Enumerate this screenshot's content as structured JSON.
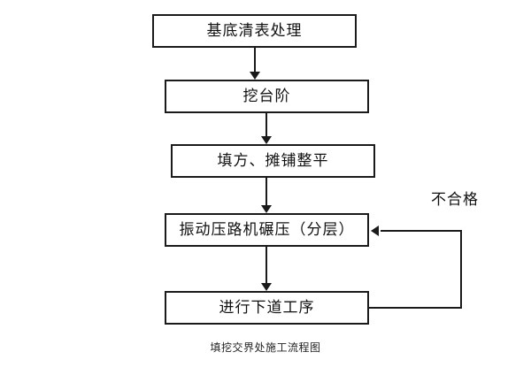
{
  "diagram": {
    "caption": "填挖交界处施工流程图",
    "reject_label": "不合格",
    "nodes": [
      {
        "id": "node-0",
        "label": "基底清表处理"
      },
      {
        "id": "node-1",
        "label": "挖台阶"
      },
      {
        "id": "node-2",
        "label": "填方、摊铺整平"
      },
      {
        "id": "node-3",
        "label": "振动压路机碾压（分层）"
      },
      {
        "id": "node-4",
        "label": "进行下道工序"
      }
    ],
    "colors": {
      "stroke": "#1a1a1a",
      "fill": "#ffffff",
      "text": "#111111"
    }
  }
}
